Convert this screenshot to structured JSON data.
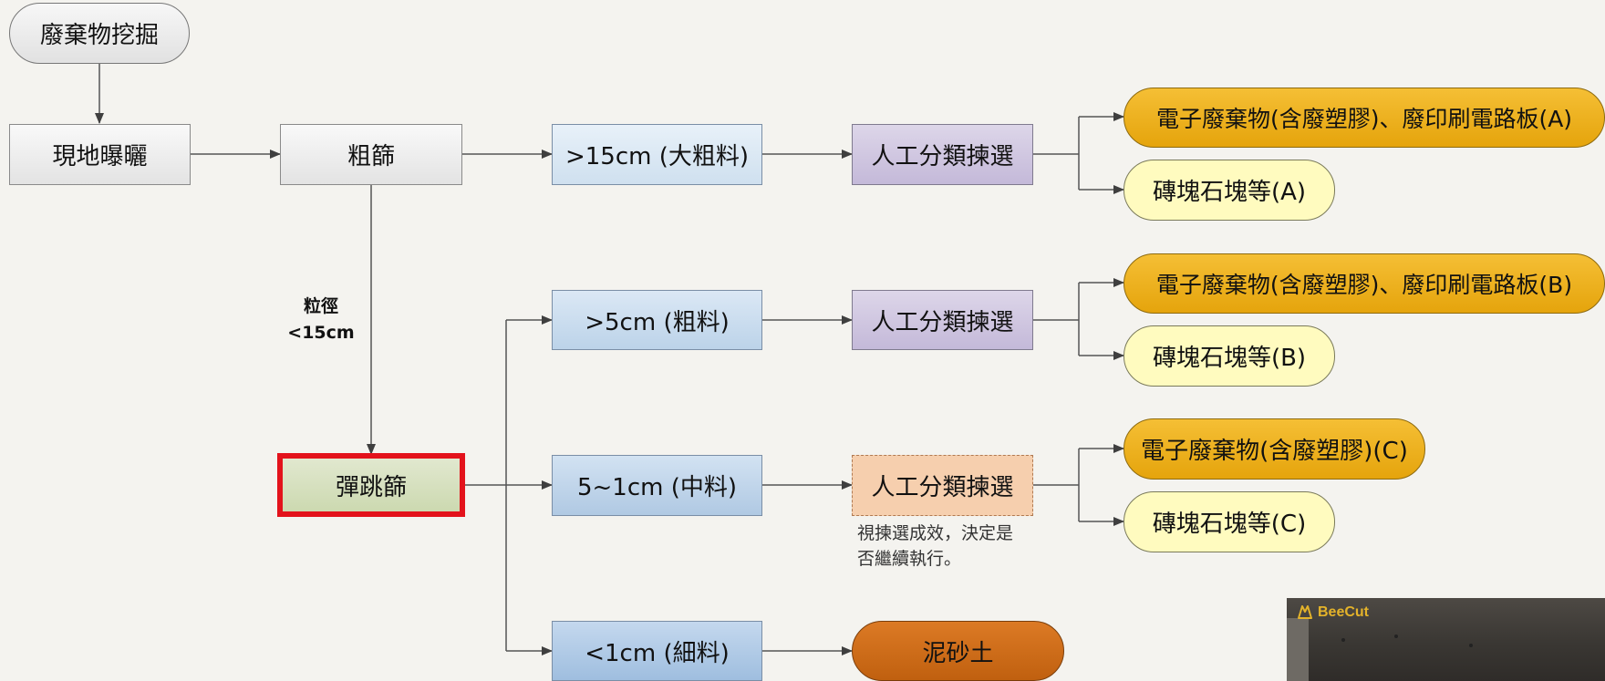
{
  "flowchart": {
    "start": "廢棄物挖掘",
    "sun_dry": "現地曝曬",
    "coarse_screen": "粗篩",
    "bounce_screen": "彈跳篩",
    "edge_label_line1": "粒徑",
    "edge_label_line2": "<15cm",
    "size_classes": {
      "over15": ">15cm (大粗料)",
      "over5": ">5cm (粗料)",
      "mid": "5~1cm (中料)",
      "fine": "<1cm (細料)"
    },
    "manual_sort": "人工分類揀選",
    "outputs": {
      "e_waste_a": "電子廢棄物(含廢塑膠)、廢印刷電路板(A)",
      "brick_a": "磚塊石塊等(A)",
      "e_waste_b": "電子廢棄物(含廢塑膠)、廢印刷電路板(B)",
      "brick_b": "磚塊石塊等(B)",
      "e_waste_c": "電子廢棄物(含廢塑膠)(C)",
      "brick_c": "磚塊石塊等(C)",
      "soil": "泥砂土"
    },
    "note_line1": "視揀選成效，決定是",
    "note_line2": "否繼續執行。"
  },
  "watermark": {
    "brand": "BeeCut",
    "icon": "beecut-logo-icon"
  },
  "colors": {
    "background": "#f4f3ef",
    "highlight_border": "#e3121b",
    "e_waste_fill": "#f0b625",
    "brick_fill": "#fffbbf",
    "soil_fill": "#d06c1a",
    "manual_sort_fill": "#c9bfdc",
    "tentative_sort_fill": "#f6cfae"
  }
}
